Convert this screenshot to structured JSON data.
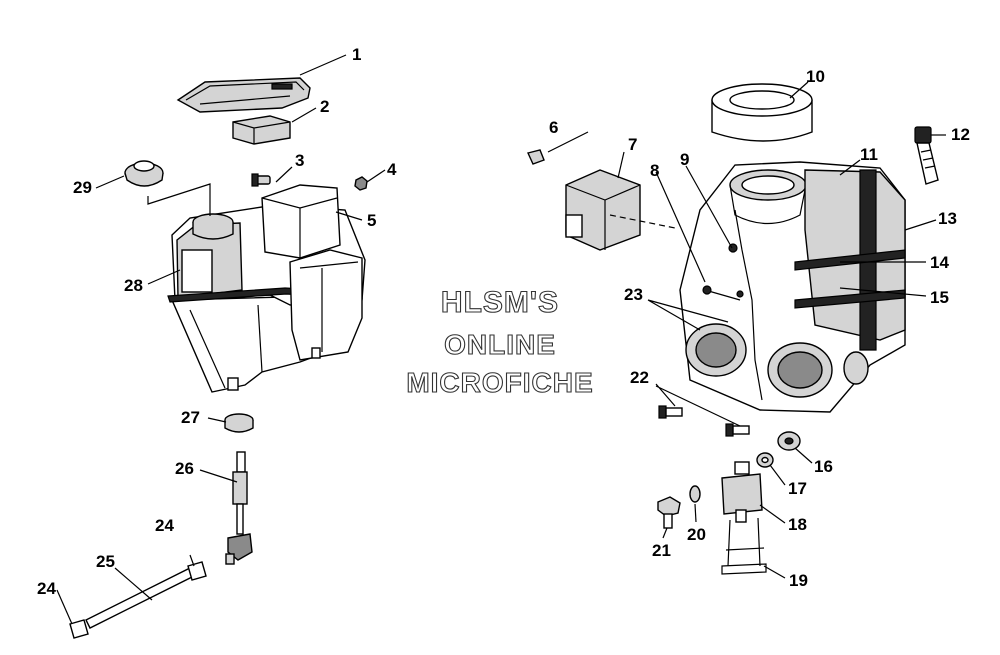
{
  "watermark": {
    "line1": "HLSM'S",
    "line2": "ONLINE",
    "line3": "MICROFICHE"
  },
  "callouts": {
    "c1": "1",
    "c2": "2",
    "c3": "3",
    "c4": "4",
    "c5": "5",
    "c6": "6",
    "c7": "7",
    "c8": "8",
    "c9": "9",
    "c10": "10",
    "c11": "11",
    "c12": "12",
    "c13": "13",
    "c14": "14",
    "c15": "15",
    "c16": "16",
    "c17": "17",
    "c18": "18",
    "c19": "19",
    "c20": "20",
    "c21": "21",
    "c22": "22",
    "c23": "23",
    "c24a": "24",
    "c24b": "24",
    "c25": "25",
    "c26": "26",
    "c27": "27",
    "c28": "28",
    "c29": "29"
  },
  "colors": {
    "ink": "#000000",
    "fill_light": "#d4d4d4",
    "fill_mid": "#8a8a8a",
    "background": "#ffffff"
  }
}
